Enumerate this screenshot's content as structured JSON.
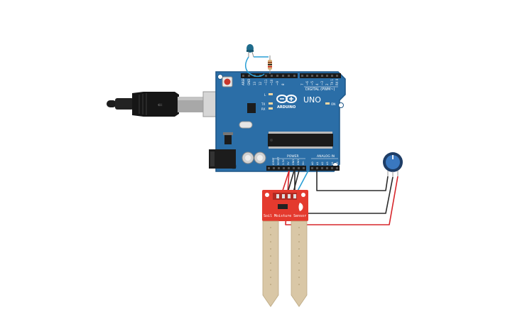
{
  "board": {
    "brand": "ARDUINO",
    "model": "UNO",
    "digital_label": "DIGITAL (PWM~)",
    "power_label": "POWER",
    "analog_label": "ANALOG IN",
    "led_on": "ON",
    "led_tx": "TX",
    "led_rx": "RX",
    "led_l": "L",
    "digital_pins": [
      "AREF",
      "GND",
      "13",
      "12",
      "~11",
      "~10",
      "~9",
      "8",
      "7",
      "~6",
      "~5",
      "4",
      "~3",
      "2",
      "TX 1",
      "RX 0"
    ],
    "power_pins": [
      "IOREF",
      "RESET",
      "3.3V",
      "5V",
      "GND",
      "GND",
      "Vin"
    ],
    "analog_pins": [
      "A0",
      "A1",
      "A2",
      "A3",
      "A4",
      "A5"
    ]
  },
  "sensor": {
    "label": "Soil Moisture Sensor"
  },
  "colors": {
    "board": "#2b6ea7",
    "board_edge": "#1d5687",
    "sensor": "#e43a2e",
    "probe": "#d9c7a6",
    "wire_red": "#d7262b",
    "wire_black": "#2b2b2b",
    "wire_blue": "#2a9fd6",
    "led": "#1f6c8c"
  },
  "icons": {
    "board": "arduino-uno-board",
    "cable": "usb-b-cable",
    "pot": "potentiometer",
    "led": "led",
    "resistor": "resistor"
  }
}
